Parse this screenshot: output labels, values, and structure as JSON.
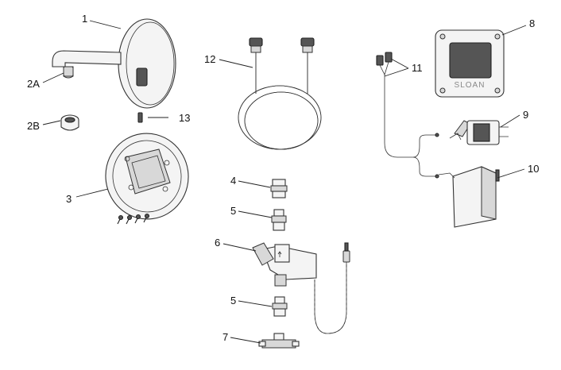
{
  "callouts": {
    "c1": "1",
    "c2a": "2A",
    "c2b": "2B",
    "c3": "3",
    "c4": "4",
    "c5a": "5",
    "c5b": "5",
    "c6": "6",
    "c7": "7",
    "c8": "8",
    "c9": "9",
    "c10": "10",
    "c11": "11",
    "c12": "12",
    "c13": "13"
  },
  "brand_text": "SLOAN"
}
